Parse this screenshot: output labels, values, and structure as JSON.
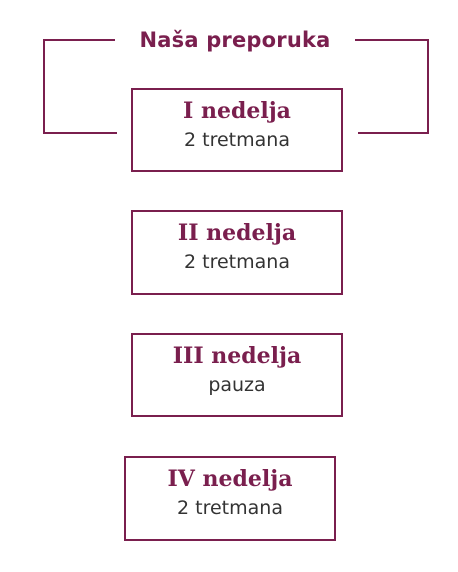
{
  "heading": "Naša preporuka",
  "colors": {
    "accent": "#7a1f4e",
    "text": "#333333",
    "background": "#ffffff"
  },
  "weeks": [
    {
      "title": "I nedelja",
      "detail": "2 tretmana"
    },
    {
      "title": "II nedelja",
      "detail": "2 tretmana"
    },
    {
      "title": "III nedelja",
      "detail": "pauza"
    },
    {
      "title": "IV nedelja",
      "detail": "2 tretmana"
    }
  ]
}
